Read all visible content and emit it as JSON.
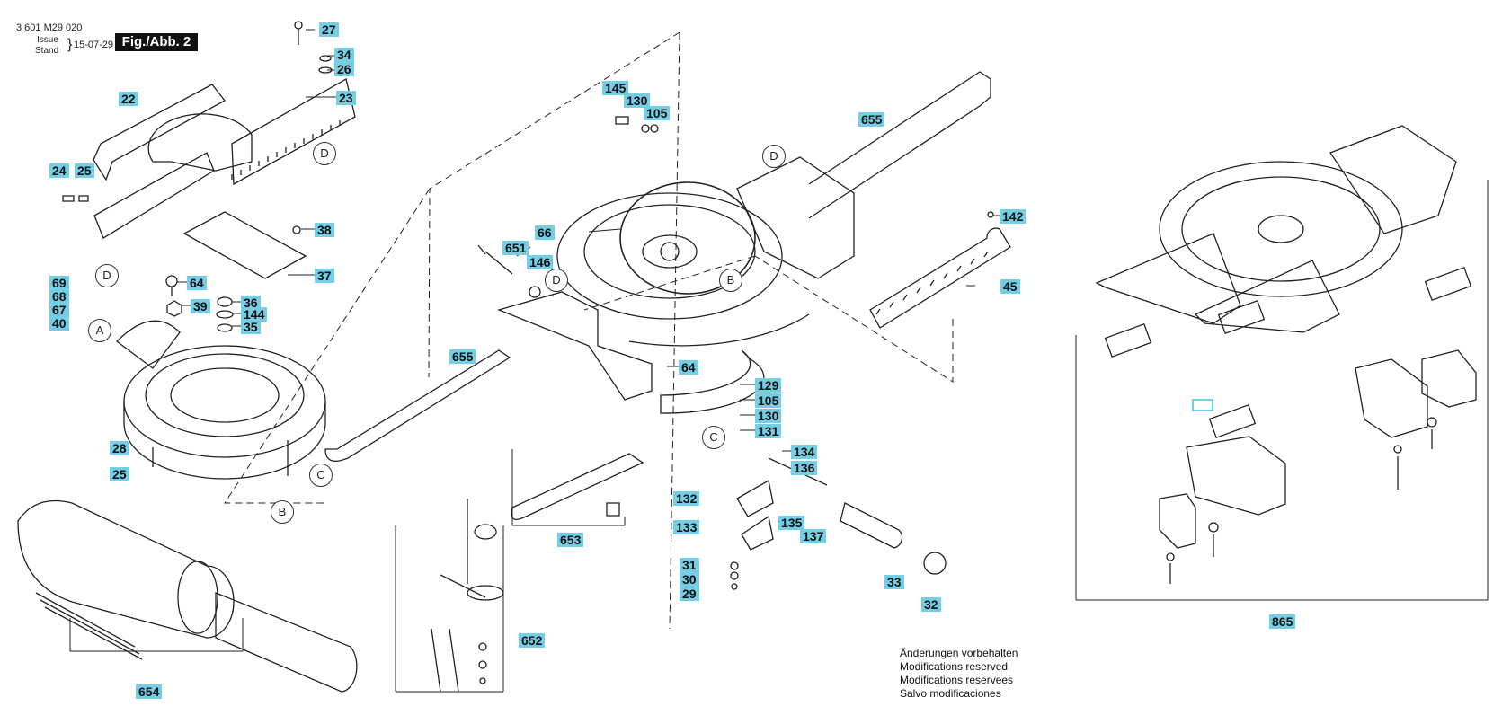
{
  "header": {
    "part_no": "3 601 M29 020",
    "issue": "Issue",
    "stand": "Stand",
    "date": "15-07-29",
    "fig": "Fig./Abb. 2"
  },
  "parts": [
    "27",
    "34",
    "26",
    "22",
    "23",
    "24",
    "25",
    "38",
    "37",
    "69",
    "68",
    "67",
    "40",
    "64",
    "39",
    "36",
    "144",
    "35",
    "28",
    "25",
    "654",
    "145",
    "130",
    "105",
    "66",
    "651",
    "146",
    "655",
    "64",
    "129",
    "105",
    "130",
    "131",
    "134",
    "136",
    "653",
    "132",
    "133",
    "135",
    "137",
    "31",
    "30",
    "29",
    "652",
    "33",
    "32",
    "655",
    "142",
    "45",
    "865"
  ],
  "refs": [
    "D",
    "D",
    "D",
    "D",
    "A",
    "B",
    "B",
    "C",
    "C",
    "C"
  ],
  "notes": [
    "Änderungen vorbehalten",
    "Modifications reserved",
    "Modifications reservees",
    "Salvo modificaciones"
  ]
}
